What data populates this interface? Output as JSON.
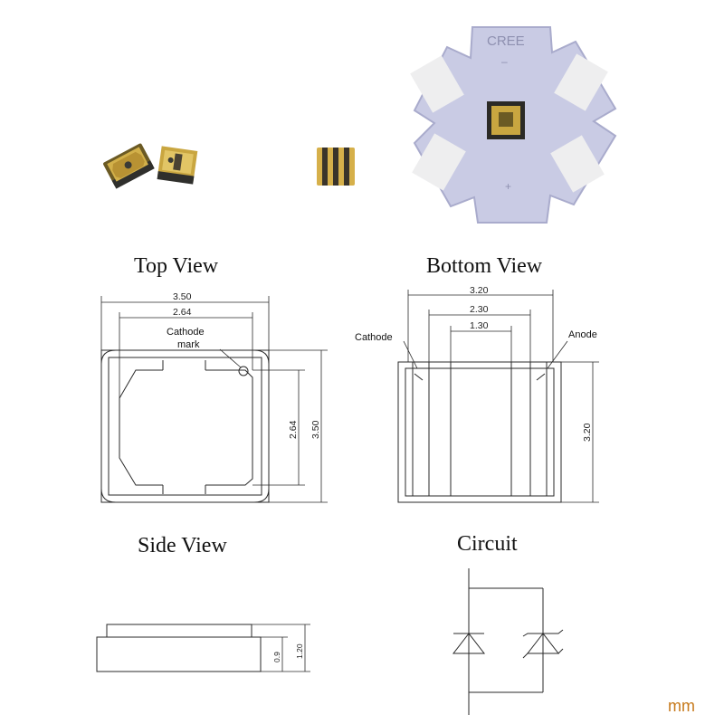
{
  "colors": {
    "ink": "#2a2a2a",
    "board": "#c9cbe4",
    "board_edge": "#a9abcc",
    "pad": "#eeeeef",
    "chip_gold": "#c9a640",
    "chip_body": "#3a3a36",
    "unit_text": "#c77a1c"
  },
  "photos": {
    "board_silkscreen": "CREE",
    "board_marks": [
      "–",
      "+"
    ]
  },
  "titles": {
    "top_view": "Top View",
    "bottom_view": "Bottom View",
    "side_view": "Side View",
    "circuit": "Circuit"
  },
  "top_view": {
    "dim_outer_width": "3.50",
    "dim_inner_width": "2.64",
    "dim_inner_height": "2.64",
    "dim_outer_height": "3.50",
    "cathode_mark_line1": "Cathode",
    "cathode_mark_line2": "mark"
  },
  "bottom_view": {
    "dim_width": "3.20",
    "dim_pad_span": "2.30",
    "dim_center": "1.30",
    "dim_height": "3.20",
    "cathode_label": "Cathode",
    "anode_label": "Anode"
  },
  "side_view": {
    "dim_body": "0.9",
    "dim_total": "1.20"
  },
  "unit_label": "mm",
  "circuit": {
    "elements": [
      "diode",
      "tvs-zener-diode"
    ]
  }
}
